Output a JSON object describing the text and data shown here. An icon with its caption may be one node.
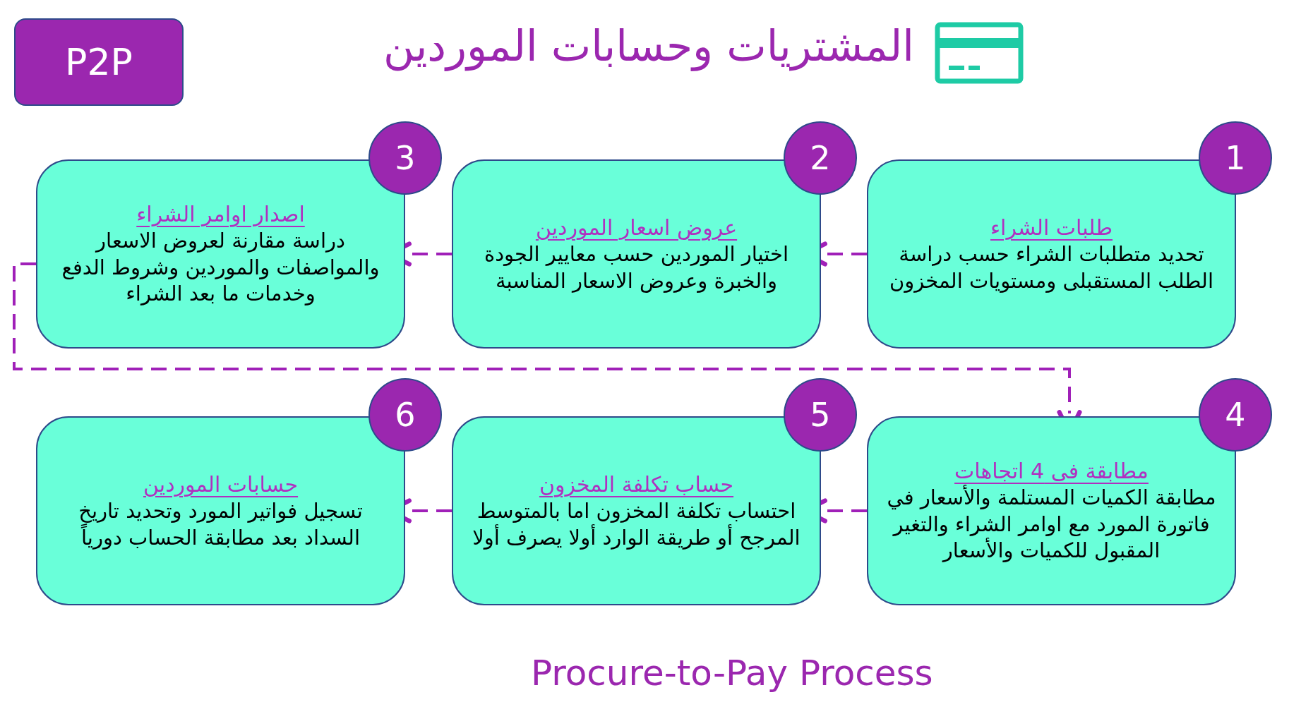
{
  "diagram": {
    "title": "المشتريات وحسابات الموردين",
    "nodes": [
      {
        "text": [
          "P2P"
        ]
      },
      {
        "text": [
          "طلبات الشراء",
          "تحديد متطلبات الشراء حسب دراسة الطلب المستقبلى ومستويات المخزون"
        ]
      },
      {
        "text": [
          "1"
        ]
      },
      {
        "text": [
          "عروض اسعار الموردين",
          "اختيار الموردين حسب معايير الجودة والخبرة وعروض الاسعار المناسبة"
        ]
      },
      {
        "text": [
          "2"
        ]
      },
      {
        "text": [
          "اصدار اوامر الشراء",
          "دراسة مقارنة لعروض الاسعار والمواصفات والموردين وشروط الدفع وخدمات ما بعد الشراء"
        ]
      },
      {
        "text": [
          "3"
        ]
      },
      {
        "text": [
          "مطابقة فى 4 اتجاهات",
          "مطابقة الكميات المستلمة والأسعار في فاتورة المورد مع اوامر الشراء والتغير المقبول للكميات والأسعار"
        ]
      },
      {
        "text": [
          "4"
        ]
      },
      {
        "text": [
          "حساب تكلفة المخزون",
          "احتساب تكلفة المخزون اما بالمتوسط المرجح أو طريقة الوارد أولا يصرف أولا"
        ]
      },
      {
        "text": [
          "5"
        ]
      },
      {
        "text": [
          "حسابات الموردين",
          "تسجيل فواتير المورد وتحديد تاريخ السداد بعد مطابقة الحساب دورياً"
        ]
      },
      {
        "text": [
          "6"
        ]
      }
    ],
    "edges": [
      {
        "from": 1,
        "to": 3,
        "arrow": "to",
        "style": "dashed"
      },
      {
        "from": 3,
        "to": 5,
        "arrow": "to",
        "style": "dashed"
      },
      {
        "from": 5,
        "to": 7,
        "arrow": "to",
        "style": "dashed"
      },
      {
        "from": 7,
        "to": 9,
        "arrow": "to",
        "style": "dashed"
      },
      {
        "from": 9,
        "to": 11,
        "arrow": "to",
        "style": "dashed"
      }
    ],
    "labels": [
      "Procure-to-Pay Process"
    ]
  }
}
